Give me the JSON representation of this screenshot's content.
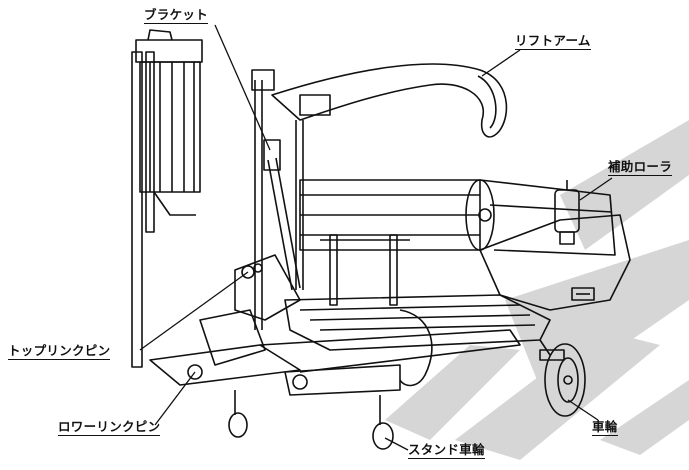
{
  "diagram": {
    "labels": {
      "bracket": "ブラケット",
      "lift_arm": "リフトアーム",
      "aux_roller": "補助ローラ",
      "top_link_pin": "トップリンクピン",
      "lower_link_pin": "ロワーリンクピン",
      "stand_wheel": "スタンド車輪",
      "wheel": "車輪"
    }
  },
  "colors": {
    "line": "#111111",
    "shadow": "#d6d6d6",
    "background": "#ffffff"
  }
}
